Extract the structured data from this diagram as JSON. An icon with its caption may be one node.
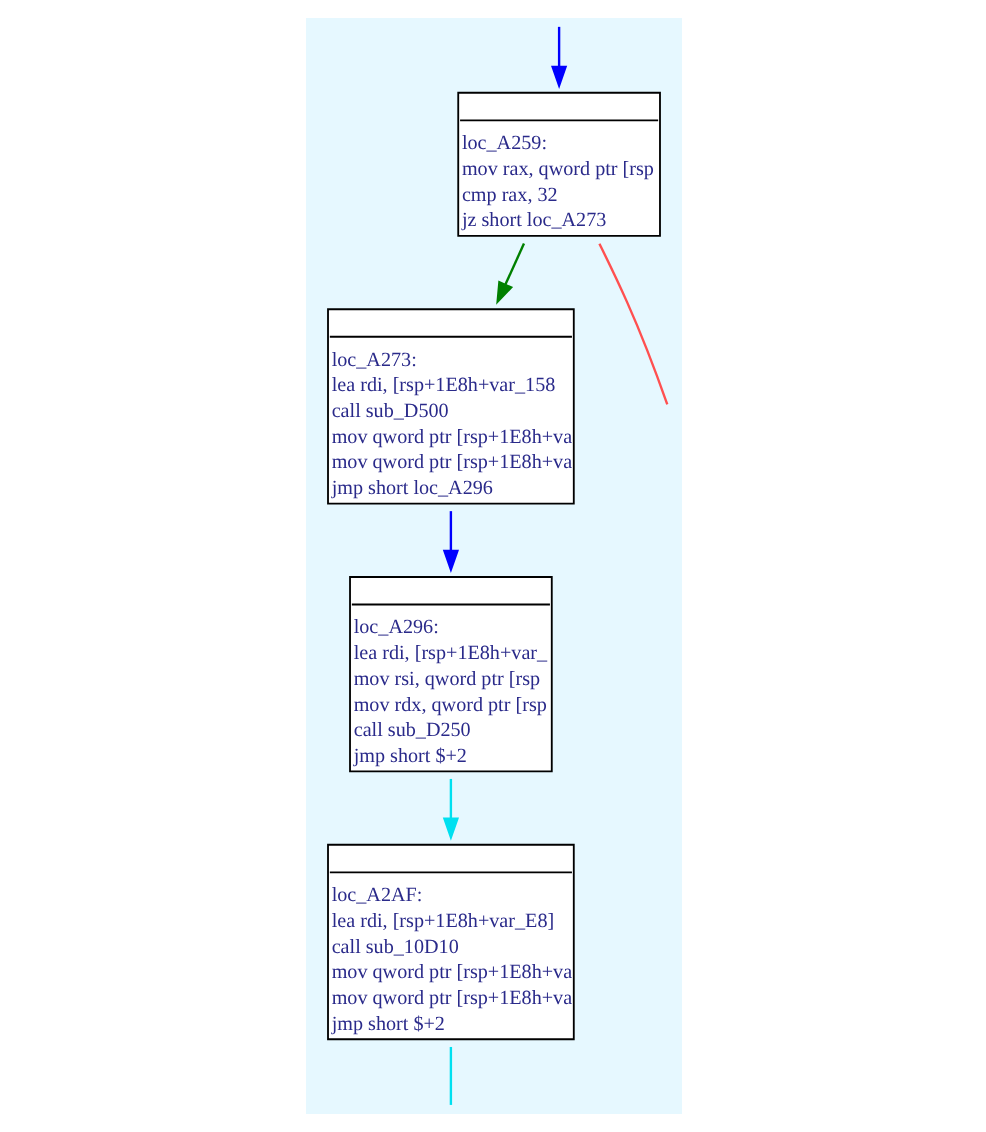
{
  "diagram": {
    "nodes": [
      {
        "text": [
          "loc_A259:",
          "mov rax, qword ptr [rsp",
          "cmp rax, 32",
          "jz short loc_A273"
        ]
      },
      {
        "text": [
          "loc_A273:",
          "lea rdi, [rsp+1E8h+var_158",
          "call sub_D500",
          "mov qword ptr [rsp+1E8h+va",
          "mov qword ptr [rsp+1E8h+va",
          "jmp short loc_A296"
        ]
      },
      {
        "text": [
          "loc_A296:",
          "lea rdi, [rsp+1E8h+var_",
          "mov rsi, qword ptr [rsp",
          "mov rdx, qword ptr [rsp",
          "call sub_D250",
          "jmp short $+2"
        ]
      },
      {
        "text": [
          "loc_A2AF:",
          "lea rdi, [rsp+1E8h+var_E8]",
          "call sub_10D10",
          "mov qword ptr [rsp+1E8h+va",
          "mov qword ptr [rsp+1E8h+va",
          "jmp short $+2"
        ]
      }
    ],
    "edges": [
      {
        "from": 0,
        "to": null,
        "arrow": "none",
        "color": "#ff5050"
      },
      {
        "from": 0,
        "to": 1,
        "arrow": "to",
        "color": "#008000"
      },
      {
        "from": null,
        "to": 0,
        "arrow": "to",
        "color": "#0000ff"
      },
      {
        "from": 1,
        "to": 2,
        "arrow": "to",
        "color": "#0000ff"
      },
      {
        "from": 2,
        "to": 3,
        "arrow": "to",
        "color": "#00e0f0"
      },
      {
        "from": 3,
        "to": null,
        "arrow": "none",
        "color": "#00e0f0"
      }
    ]
  }
}
